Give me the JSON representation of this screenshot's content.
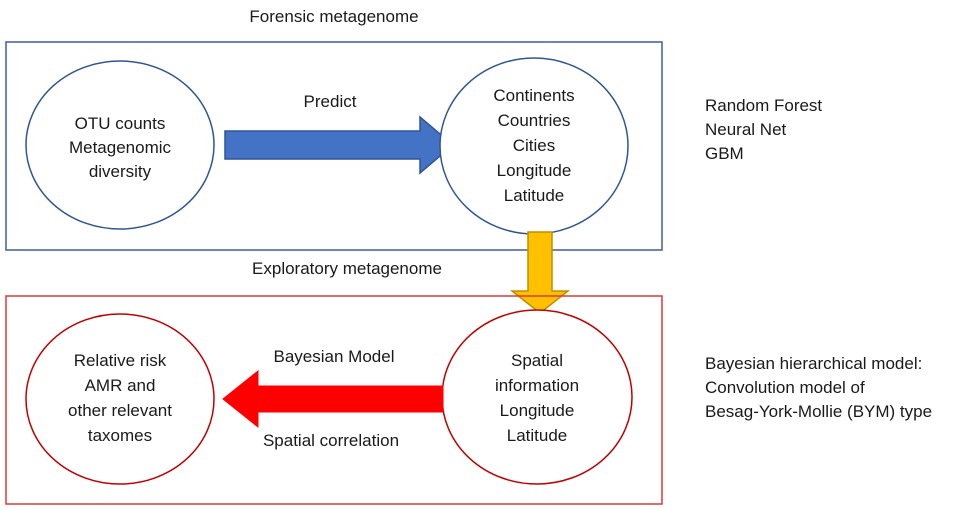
{
  "colors": {
    "forensic_border": "#3f5f9f",
    "exploratory_border": "#d93a3a",
    "blue_arrow": "#4472c4",
    "blue_arrow_edge": "#2f5597",
    "yellow_arrow": "#ffc000",
    "yellow_arrow_edge": "#bf9000",
    "red_arrow": "#ff0000",
    "forensic_ellipse": "#2f5597",
    "exploratory_ellipse": "#c00000"
  },
  "forensic": {
    "title": "Forensic metagenome",
    "input_ellipse": [
      "OTU counts",
      "Metagenomic",
      "diversity"
    ],
    "arrow_label": "Predict",
    "output_ellipse": [
      "Continents",
      "Countries",
      "Cities",
      "Longitude",
      "Latitude"
    ],
    "methods": [
      "Random Forest",
      "Neural Net",
      "GBM"
    ]
  },
  "exploratory": {
    "title": "Exploratory metagenome",
    "source_ellipse": [
      "Spatial",
      "information",
      "Longitude",
      "Latitude"
    ],
    "arrow_label_top": "Bayesian Model",
    "arrow_label_bottom": "Spatial correlation",
    "target_ellipse": [
      "Relative risk",
      "AMR and",
      "other relevant",
      "taxomes"
    ],
    "methods": [
      "Bayesian hierarchical model:",
      "Convolution model of",
      "Besag-York-Mollie (BYM) type"
    ]
  }
}
